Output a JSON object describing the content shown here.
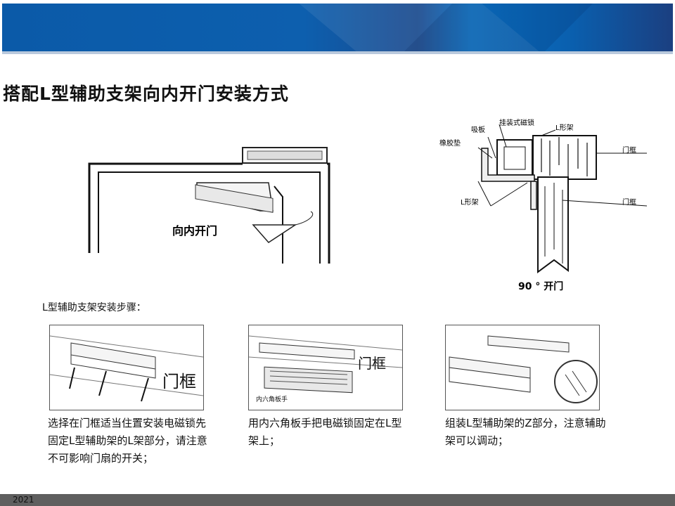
{
  "title": "搭配L型辅助支架向内开门安装方式",
  "diagram_left": {
    "arrow_label": "向内开门"
  },
  "diagram_right": {
    "labels": {
      "armature": "吸板",
      "mount_lock": "挂装式磁锁",
      "l_bracket_top": "L形架",
      "rubber_pad": "橡胶垫",
      "frame_top": "门框",
      "l_bracket_bottom": "L形架",
      "frame_bottom": "门框"
    },
    "caption": "90 ° 开门"
  },
  "steps_title": "L型辅助支架安装步骤：",
  "steps": [
    {
      "image_label": "门框",
      "description": "选择在门框适当住置安装电磁锁先固定L型辅助架的L架部分，请注意不可影响门扇的开关；"
    },
    {
      "image_label": "门框",
      "image_sublabel": "内六角板手",
      "description": "用内六角板手把电磁锁固定在L型架上；"
    },
    {
      "description": "组装L型辅助架的Z部分，注意辅助架可以调动；"
    }
  ],
  "footer": {
    "year": "2021"
  }
}
